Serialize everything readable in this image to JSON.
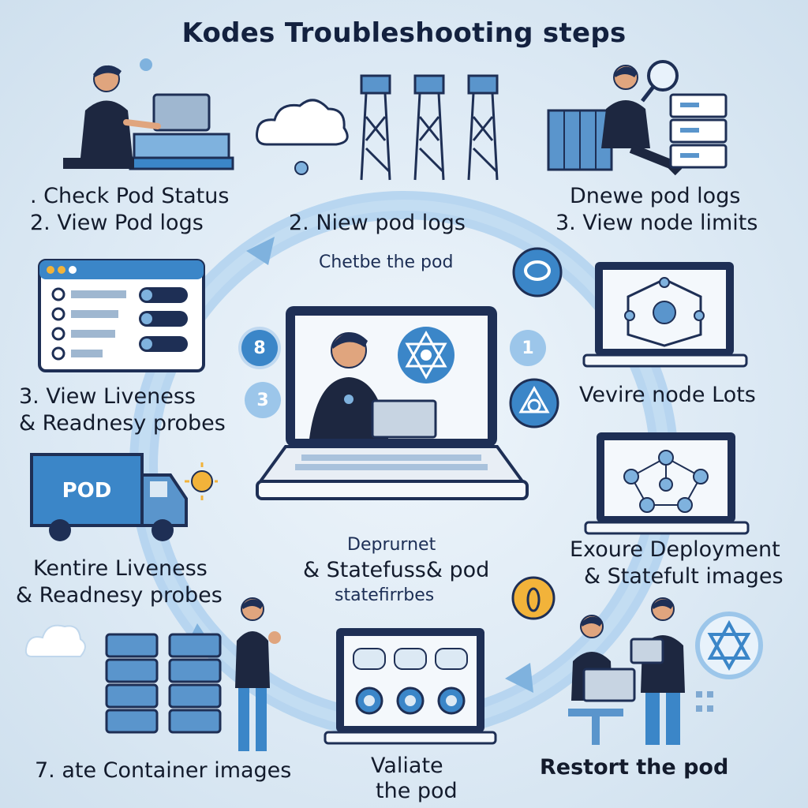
{
  "title": "Kodes Troubleshooting steps",
  "labels": {
    "check_pod_status": ". Check Pod Status",
    "view_pod_logs_a": "2. View Pod logs",
    "view_pod_logs_b": "2. Niew pod logs",
    "drewe_pod_logs": "Dnewe pod logs",
    "view_node_limits": "3. View node limits",
    "chetbe_pod": "Chetbe the pod",
    "view_liveness_a": "3. View Liveness",
    "readiness_a": "& Readnesy probes",
    "vevire_node_lots": "Vevire node Lots",
    "deprurnet": "Deprurnet",
    "statefuss": "& Statefuss& pod",
    "statefirbes": "statefirrbes",
    "kentire_liveness": "Kentire Liveness",
    "readiness_b": "& Readnesy probes",
    "exoure_deployment": "Exoure Deployment",
    "statefult_images": "& Statefult images",
    "container_images": "7. ate Container images",
    "valiate": "Valiate",
    "the_pod": "the pod",
    "restort_pod": "Restort the pod"
  },
  "badges": {
    "left_top": "8",
    "left_bottom": "3",
    "right_top": "1"
  },
  "truck_label": "POD",
  "colors": {
    "accent": "#3b86c8",
    "dark": "#1e2f55",
    "light": "#a9cdee",
    "shirt": "#1d2740",
    "skin": "#e0a57e"
  }
}
